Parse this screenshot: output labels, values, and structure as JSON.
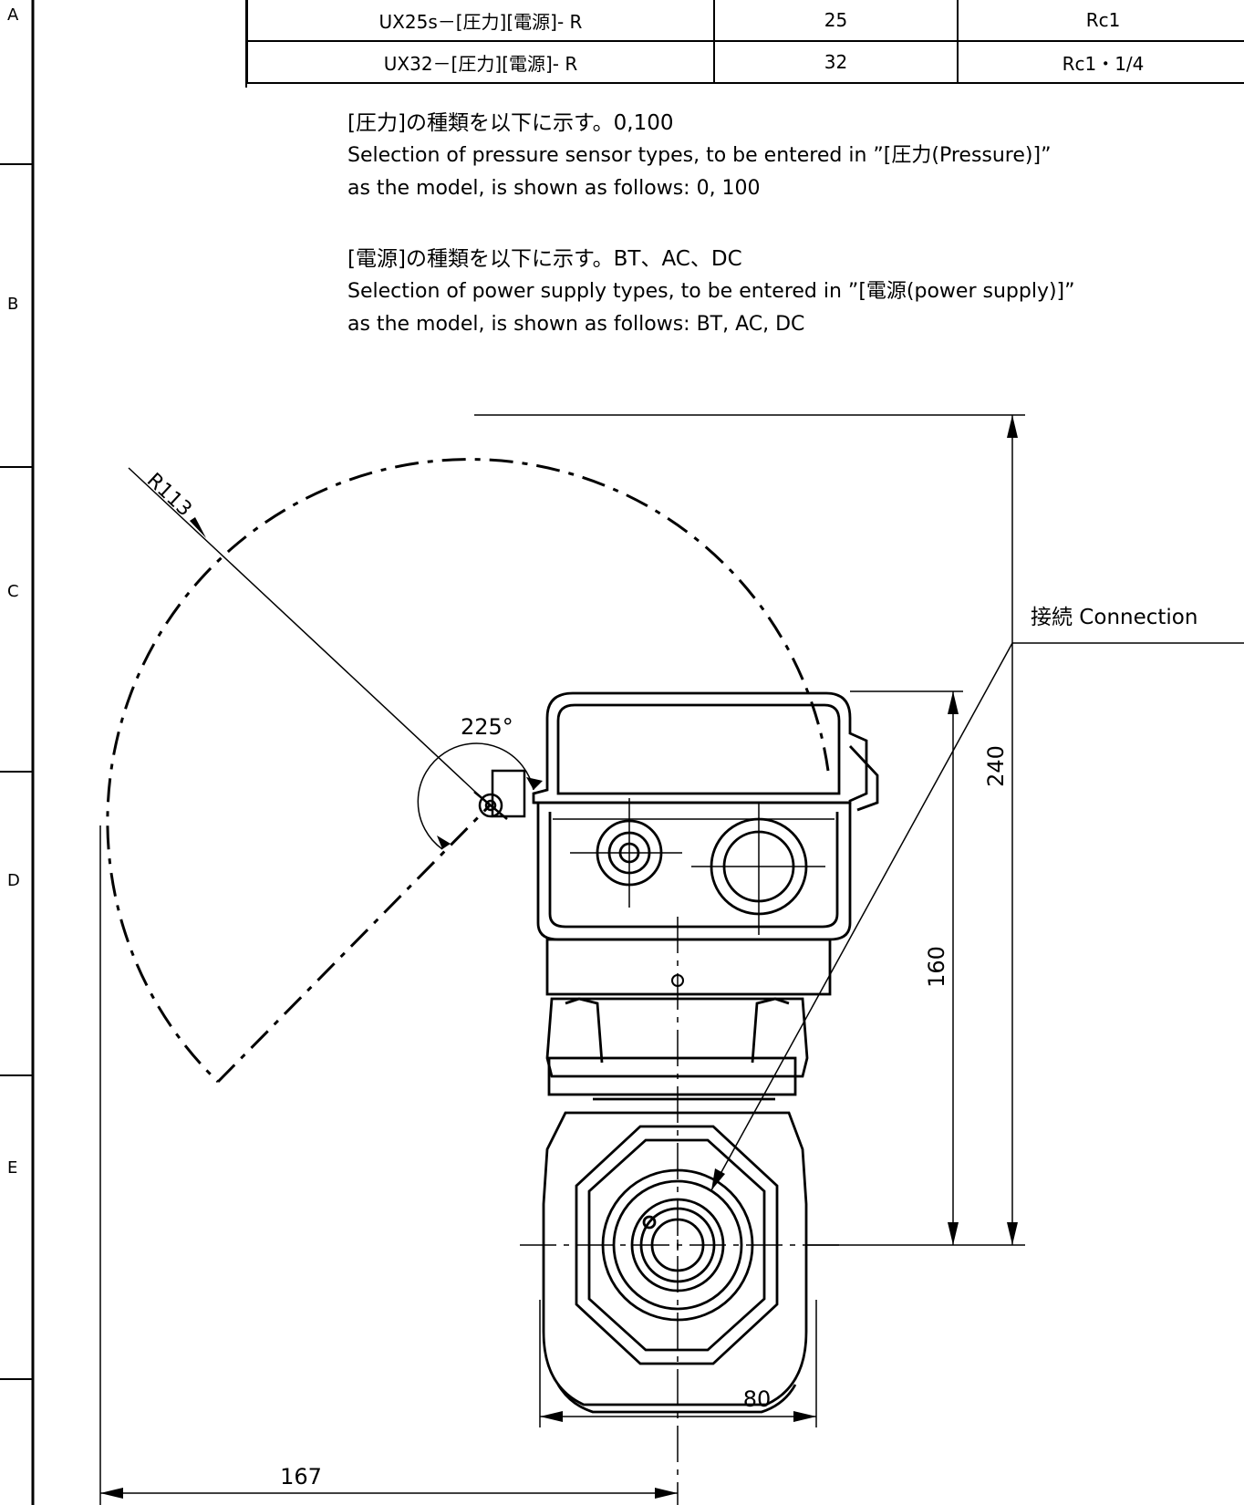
{
  "zones": [
    "A",
    "B",
    "C",
    "D",
    "E"
  ],
  "model_table": {
    "rows": [
      [
        "UX25s－[圧力][電源]- R",
        "25",
        "Rc1"
      ],
      [
        "UX32－[圧力][電源]- R",
        "32",
        "Rc1・1/4"
      ]
    ]
  },
  "notes": {
    "pressure_jp": "[圧力]の種類を以下に示す。0,100",
    "pressure_en_1": "Selection of pressure sensor types, to be entered in ”[圧力(Pressure)]”",
    "pressure_en_2": "as the model, is shown as follows:  0, 100",
    "power_jp": "[電源]の種類を以下に示す。BT、AC、DC",
    "power_en_1": "Selection of power supply types, to be entered in ”[電源(power supply)]”",
    "power_en_2": "as the model, is shown as follows:  BT, AC, DC"
  },
  "dimensions": {
    "radius": "R113",
    "angle": "225°",
    "overall_height": "240",
    "body_height": "160",
    "half_width": "80",
    "swing_width": "167"
  },
  "callout": {
    "connection": "接続  Connection"
  }
}
